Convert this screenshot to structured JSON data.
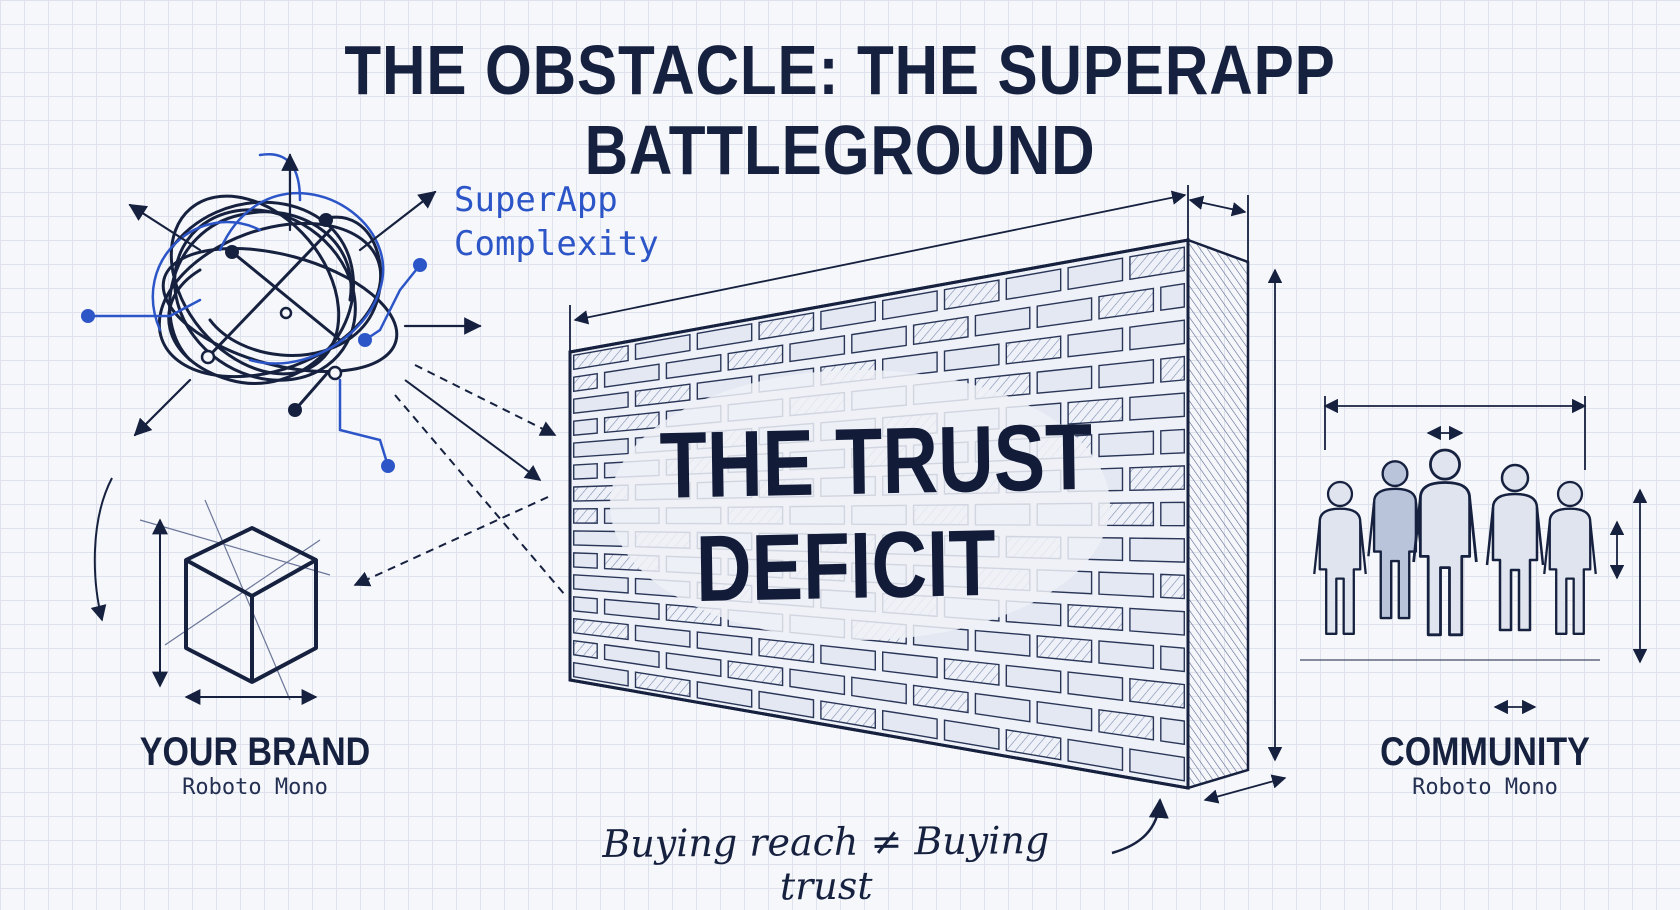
{
  "title": "THE OBSTACLE: THE SUPERAPP BATTLEGROUND",
  "superapp": {
    "line1": "SuperApp",
    "line2": "Complexity"
  },
  "wall": {
    "line1": "THE TRUST",
    "line2": "DEFICIT"
  },
  "brand": {
    "title": "YOUR BRAND",
    "subtitle": "Roboto Mono"
  },
  "community": {
    "title": "COMMUNITY",
    "subtitle": "Roboto Mono"
  },
  "tagline": "Buying reach ≠ Buying trust",
  "colors": {
    "ink": "#16213f",
    "accent_blue": "#2c55c7",
    "grid": "#dde2ec",
    "paper": "#f6f7fb"
  },
  "icons": [
    "tangle-network-icon",
    "cube-icon",
    "brick-wall-icon",
    "people-group-icon",
    "curved-arrow-icon"
  ]
}
